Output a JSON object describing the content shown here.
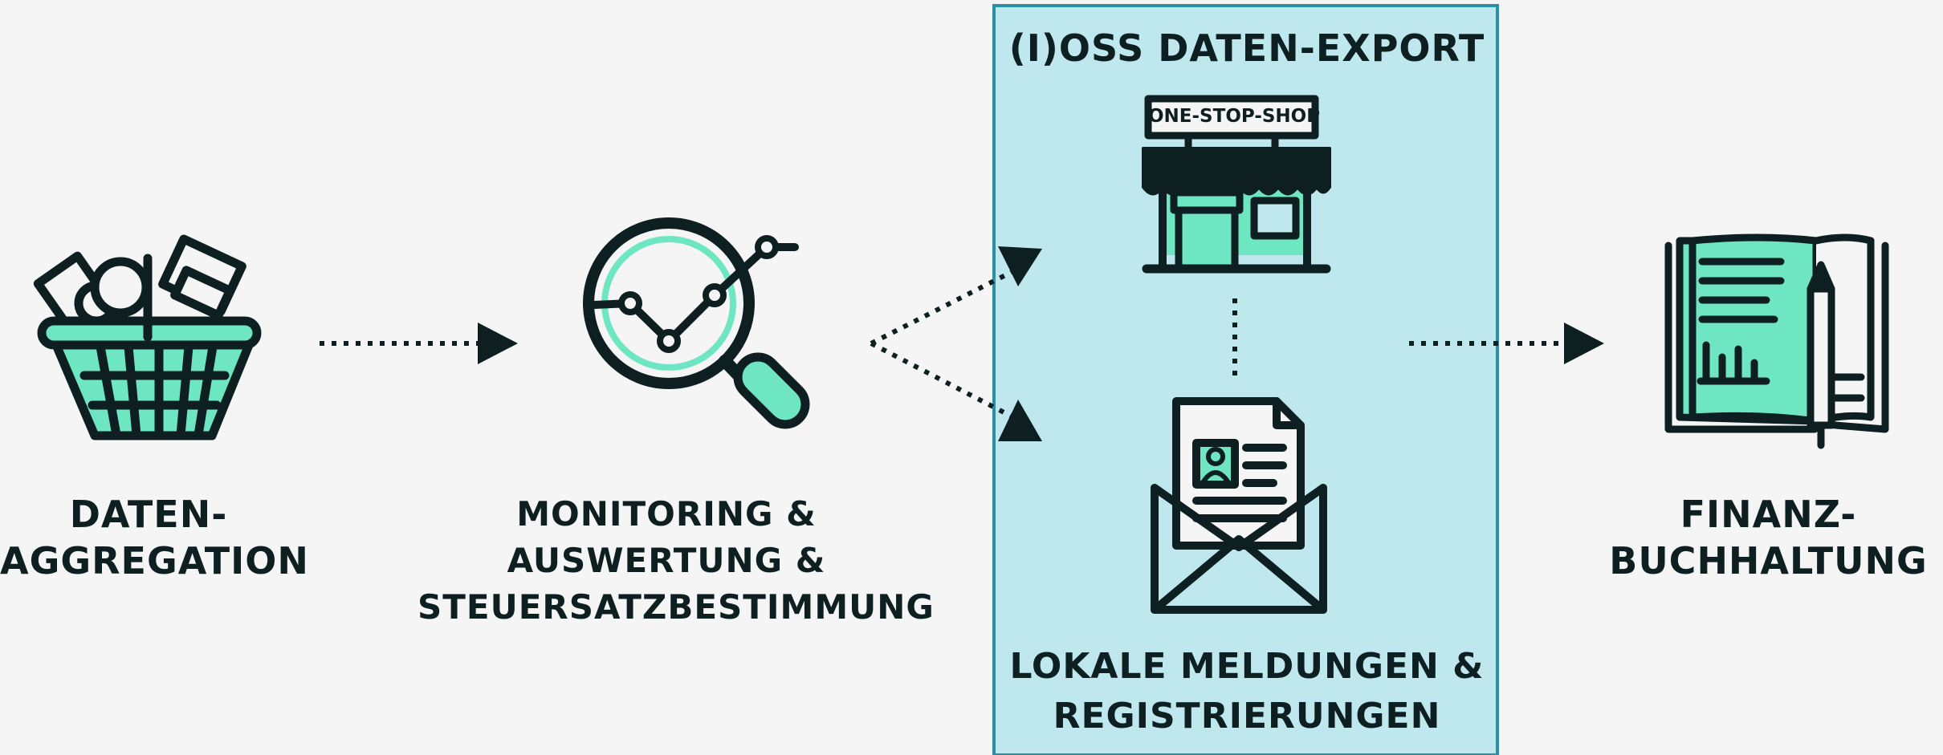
{
  "colors": {
    "background": "#f5f5f5",
    "ink": "#0e1f22",
    "accent": "#6ee6c2",
    "panel_fill": "#bfe7ee",
    "panel_border": "#2b8fa6"
  },
  "steps": [
    {
      "icon": "shopping-basket-icon",
      "lines": [
        "DATEN-",
        "AGGREGATION"
      ]
    },
    {
      "icon": "magnifier-chart-icon",
      "lines": [
        "MONITORING &",
        "AUSWERTUNG &",
        "STEUERSATZBESTIMMUNG"
      ]
    },
    {
      "icon": "ledger-book-pencil-icon",
      "lines": [
        "FINANZ-",
        "BUCHHALTUNG"
      ]
    }
  ],
  "oss_panel": {
    "title": "(I)OSS DATEN-EXPORT",
    "store_sign": "ONE-STOP-SHOP",
    "store_icon": "storefront-icon",
    "letter_icon": "envelope-letter-icon",
    "bottom_lines": [
      "LOKALE MELDUNGEN &",
      "REGISTRIERUNGEN"
    ]
  }
}
